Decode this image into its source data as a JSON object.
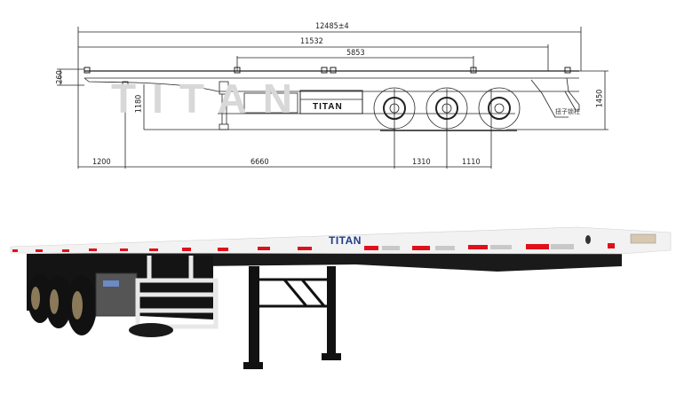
{
  "drawing": {
    "brand_watermark": "TITAN",
    "box_label": "TITAN",
    "annotation_cn": "扭子锁柱",
    "dimensions": {
      "overall_length": "12485±4",
      "length_to_rear_lock": "11532",
      "lock_spacing": "5853",
      "front_overhang": "1200",
      "kingpin_to_axle": "6660",
      "axle_spacing_1": "1310",
      "axle_spacing_2": "1110",
      "front_beam_height": "260",
      "landing_gear_height": "1180",
      "deck_height": "1450"
    }
  },
  "photo": {
    "brand_label": "TITAN",
    "colors": {
      "deck": "#f2f2f2",
      "chassis": "#1a1a1a",
      "reflector_red": "#e0101a",
      "reflector_white": "#c8c8c8",
      "brand_blue": "#1e3c8c"
    }
  }
}
